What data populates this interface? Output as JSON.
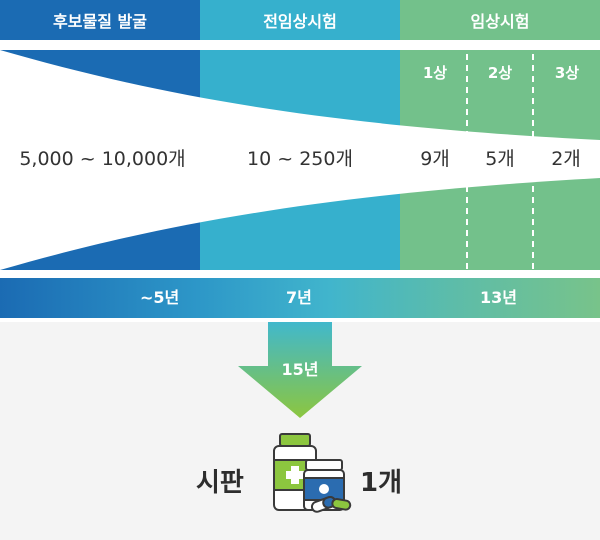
{
  "header": {
    "discovery": "후보물질 발굴",
    "preclinical": "전임상시험",
    "clinical": "임상시험"
  },
  "phases": [
    "1상",
    "2상",
    "3상"
  ],
  "counts": {
    "discovery": "5,000 ~ 10,000개",
    "preclinical": "10 ~ 250개",
    "phase1": "9개",
    "phase2": "5개",
    "phase3": "2개"
  },
  "timeline": {
    "discovery": "~5년",
    "preclinical": "7년",
    "clinical": "13년"
  },
  "arrow_label": "15년",
  "result": {
    "label": "시판",
    "count": "1개"
  },
  "colors": {
    "dark_blue": "#1e6eb6",
    "mid_blue": "#38b2ce",
    "green": "#76c18a",
    "arrow_top": "#41b8cc",
    "arrow_bottom": "#8cc63f"
  }
}
